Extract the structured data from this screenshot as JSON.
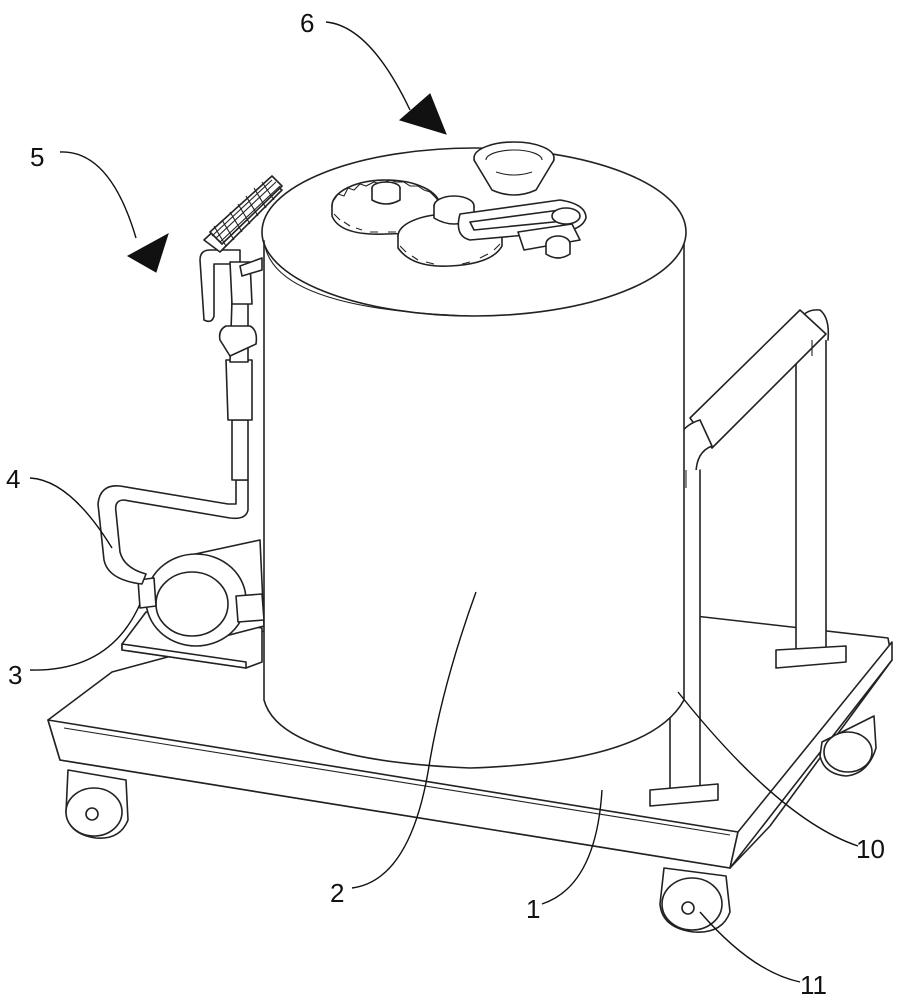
{
  "labels": {
    "l1": "1",
    "l2": "2",
    "l3": "3",
    "l4": "4",
    "l5": "5",
    "l6": "6",
    "l10": "10",
    "l11": "11"
  }
}
